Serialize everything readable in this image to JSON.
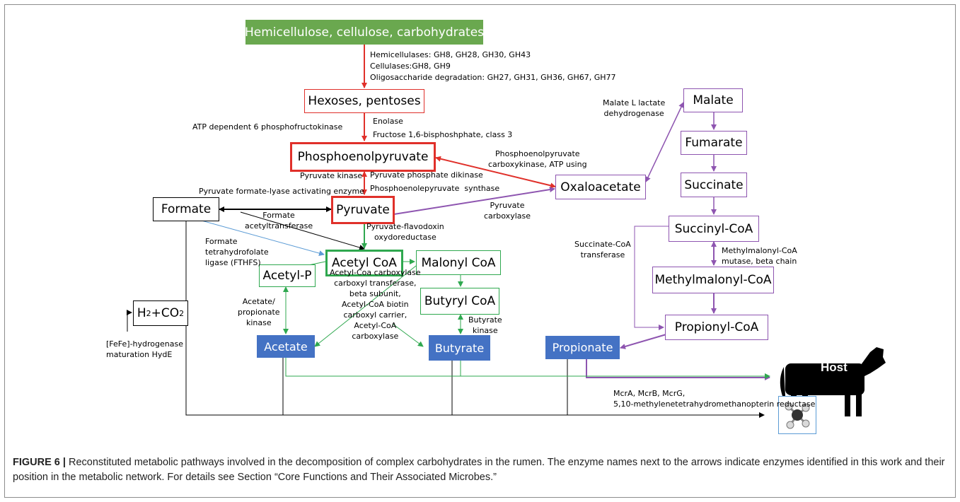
{
  "nodes": {
    "hemicellulose": "Hemicellulose, cellulose, carbohydrates",
    "hexoses": "Hexoses, pentoses",
    "pep": "Phosphoenolpyruvate",
    "oxaloacetate": "Oxaloacetate",
    "malate": "Malate",
    "fumarate": "Fumarate",
    "succinate": "Succinate",
    "succinyl_coa": "Succinyl-CoA",
    "methylmalonyl_coa": "Methylmalonyl-CoA",
    "propionyl_coa": "Propionyl-CoA",
    "propionate": "Propionate",
    "formate": "Formate",
    "pyruvate": "Pyruvate",
    "acetyl_coa": "Acetyl CoA",
    "malonyl_coa": "Malonyl CoA",
    "butyryl_coa": "Butyryl CoA",
    "acetyl_p": "Acetyl-P",
    "acetate": "Acetate",
    "butyrate": "Butyrate",
    "h2": "H",
    "h2_sub": "2",
    "co2": "+CO",
    "co2_sub": "2",
    "host": "Host"
  },
  "enzymes": {
    "hemicellulases": "Hemicellulases: GH8, GH28, GH30, GH43",
    "cellulases": "Cellulases:GH8, GH9",
    "oligo": "Oligosaccharide degradation: GH27, GH31, GH36, GH67, GH77",
    "enolase": "Enolase",
    "fructose": "Fructose 1,6-bisphoshphate, class 3",
    "atp_pfk": "ATP dependent 6 phosphofructokinase",
    "malate_ldh": "Malate L lactate\ndehydrogenase",
    "pep_ck": "Phosphoenolpyruvate\ncarboxykinase, ATP using",
    "pyruvate_kinase": "Pyruvate kinase",
    "ppdk": "Pyruvate phosphate dikinase",
    "pep_synthase": "Phosphoenolepyruvate  synthase",
    "pfl_activating": "Pyruvate formate-lyase activating enzyme",
    "pyruvate_carboxylase": "Pyruvate\ncarboxylase",
    "formate_acetyltransferase": "Formate\nacetyltransferase",
    "pfor": "Pyruvate-flavodoxin\noxydoreductase",
    "fthfs": "Formate\ntetrahydrofolate\nligase (FTHFS)",
    "succinate_coa_transferase": "Succinate-CoA\ntransferase",
    "mm_coa_mutase": "Methylmalonyl-CoA\nmutase, beta chain",
    "acetate_kinase": "Acetate/\npropionate\nkinase",
    "acc": "Acetyl-Coa carboxylase\ncarboxyl transferase,\nbeta subunit,\nAcetyl-CoA biotin\ncarboxyl carrier,\nAcetyl-CoA\ncarboxylase",
    "butyrate_kinase": "Butyrate\nkinase",
    "hyde": "[FeFe]-hydrogenase\nmaturation HydE",
    "mcr": "McrA, McrB, McrG,\n5,10-methylenetetrahydromethanopterin reductase"
  },
  "caption": {
    "label": "FIGURE 6 |",
    "text": " Reconstituted metabolic pathways involved in the decomposition of complex carbohydrates in the rumen. The enzyme names next to the arrows indicate enzymes identified in this work and their position in the metabolic network. For details see Section “Core Functions and Their Associated Microbes.”"
  },
  "colors": {
    "red": "#e0302a",
    "purple": "#8e55b0",
    "green": "#2fa84f",
    "blue_fill": "#4472c4",
    "green_fill": "#6aa84f",
    "light_blue": "#5b9bd5"
  },
  "icons": {
    "host": "cow-silhouette-icon",
    "methane": "methane-molecule-icon"
  }
}
